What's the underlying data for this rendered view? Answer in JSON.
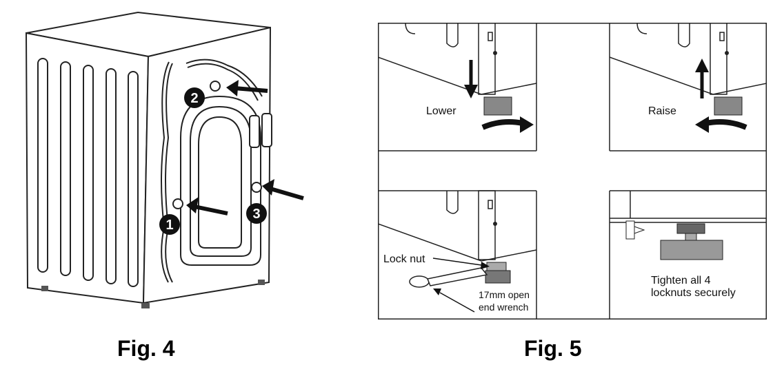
{
  "figures": {
    "fig4": {
      "caption": "Fig. 4",
      "callouts": [
        "1",
        "2",
        "3"
      ]
    },
    "fig5": {
      "caption": "Fig. 5",
      "panels": {
        "lower": {
          "label": "Lower"
        },
        "raise": {
          "label": "Raise"
        },
        "lock": {
          "lock_nut": "Lock nut",
          "wrench_line1": "17mm open",
          "wrench_line2": "end wrench"
        },
        "tighten": {
          "line1": "Tighten all 4",
          "line2": "locknuts securely"
        }
      }
    }
  }
}
